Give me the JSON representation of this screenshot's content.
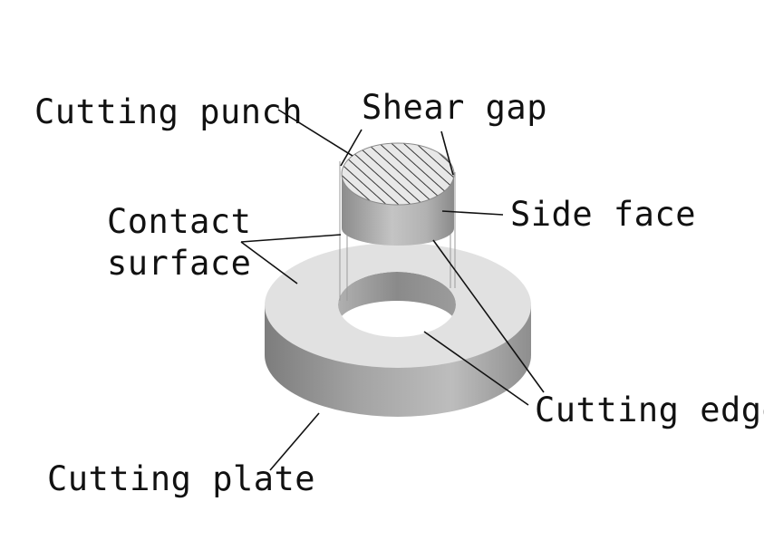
{
  "labels": {
    "cutting_punch": "Cutting punch",
    "shear_gap": "Shear gap",
    "side_face": "Side face",
    "contact_surface_line1": "Contact",
    "contact_surface_line2": "surface",
    "cutting_edge": "Cutting edge",
    "cutting_plate": "Cutting plate"
  },
  "colors": {
    "plate_top": "#e1e1e1",
    "plate_side_dark": "#7d7d7d",
    "plate_side_light": "#bdbdbd",
    "hole_wall": "#8c8c8c",
    "punch_side_dark": "#8a8a8a",
    "punch_side_light": "#c4c4c4",
    "punch_top": "#e6e6e6",
    "hatch": "#222222",
    "line": "#111111"
  }
}
